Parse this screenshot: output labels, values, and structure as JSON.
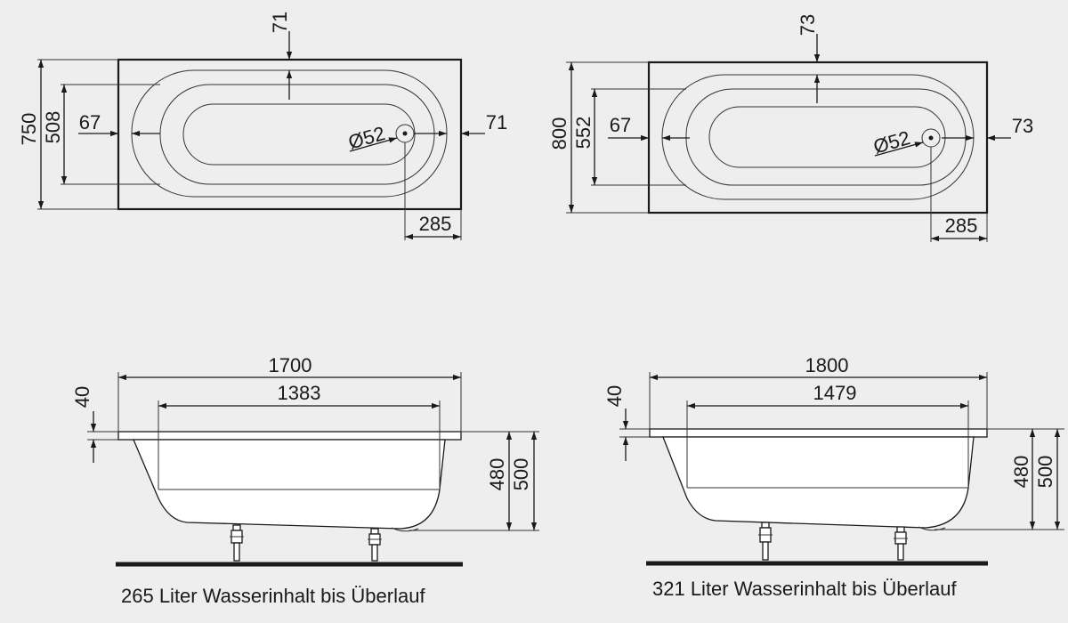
{
  "diagrams": [
    {
      "top": {
        "width": "750",
        "inner_width": "508",
        "left_edge": "67",
        "right_edge": "71",
        "top_edge": "71",
        "drain_offset": "285",
        "drain_diameter": "Ø52"
      },
      "side": {
        "length": "1700",
        "inner_length": "1383",
        "rim": "40",
        "depth_inner": "480",
        "depth_total": "500"
      },
      "caption": "265 Liter Wasserinhalt bis Überlauf"
    },
    {
      "top": {
        "width": "800",
        "inner_width": "552",
        "left_edge": "67",
        "right_edge": "73",
        "top_edge": "73",
        "drain_offset": "285",
        "drain_diameter": "Ø52"
      },
      "side": {
        "length": "1800",
        "inner_length": "1479",
        "rim": "40",
        "depth_inner": "480",
        "depth_total": "500"
      },
      "caption": "321 Liter Wasserinhalt bis Überlauf"
    }
  ]
}
